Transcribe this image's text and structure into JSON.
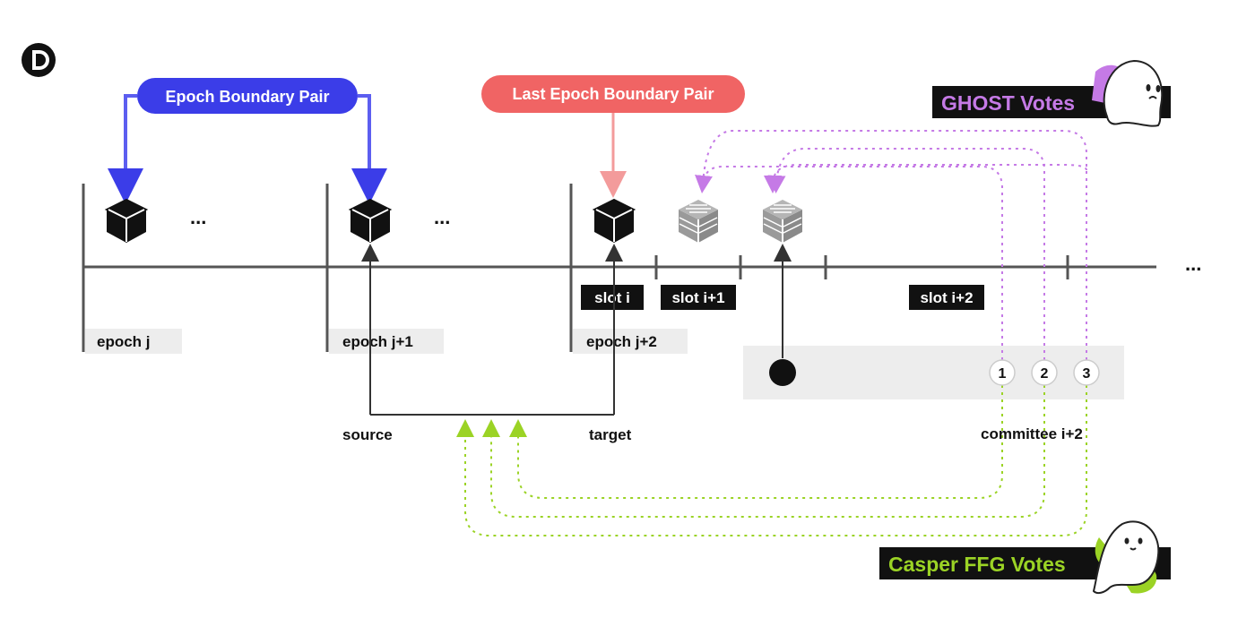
{
  "labels": {
    "epoch_boundary_pair": "Epoch Boundary Pair",
    "last_epoch_boundary_pair": "Last Epoch Boundary Pair",
    "ghost_votes": "GHOST Votes",
    "casper_ffg_votes": "Casper FFG Votes",
    "ellipsis": "...",
    "source": "source",
    "target": "target",
    "committee": "committee i+2"
  },
  "epochs": [
    "epoch j",
    "epoch j+1",
    "epoch j+2"
  ],
  "slots": [
    "slot i",
    "slot i+1",
    "slot i+2"
  ],
  "validators": [
    "1",
    "2",
    "3"
  ],
  "icons": {
    "logo": "d-logo-icon",
    "block": "cube-icon",
    "ghost": "ghost-icon"
  },
  "colors": {
    "blue": "#3b3de8",
    "red": "#f06464",
    "purple": "#c57ae6",
    "green": "#9bd325",
    "black": "#111111",
    "gray_block": "#9a9a9a",
    "panel": "#ededed"
  }
}
